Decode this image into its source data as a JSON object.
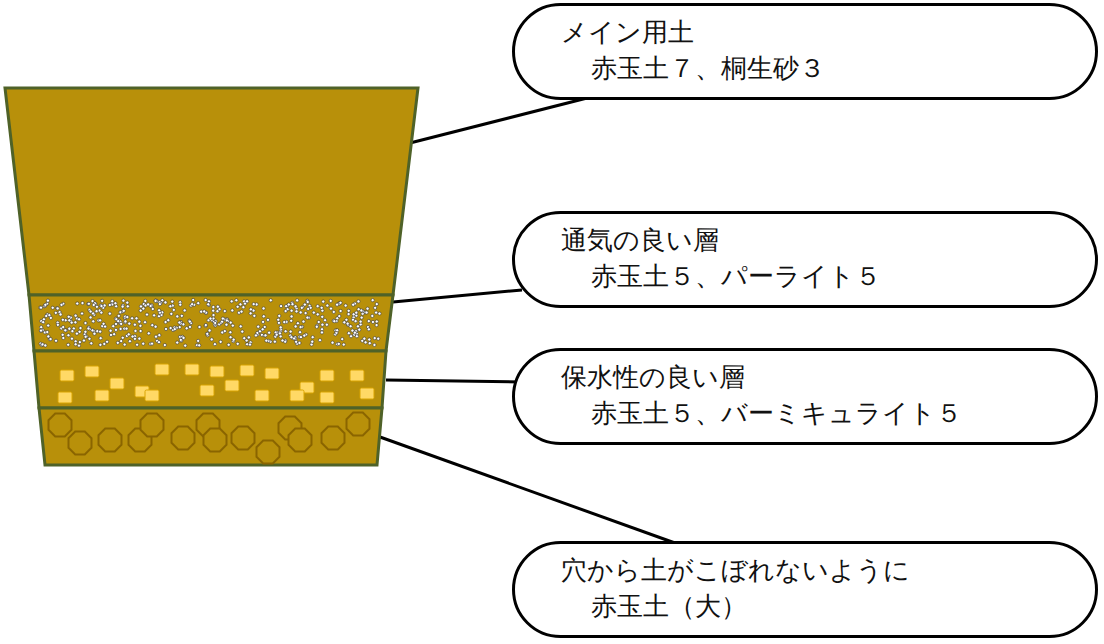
{
  "diagram": {
    "nodes": [
      {
        "text": [
          "メイン用土",
          "赤玉土７、桐生砂３"
        ]
      },
      {
        "text": [
          "通気の良い層",
          "赤玉土５、パーライト５"
        ]
      },
      {
        "text": [
          "保水性の良い層",
          "赤玉土５、バーミキュライト５"
        ]
      },
      {
        "text": [
          "穴から土がこぼれないように",
          "赤玉土（大）"
        ]
      }
    ]
  }
}
